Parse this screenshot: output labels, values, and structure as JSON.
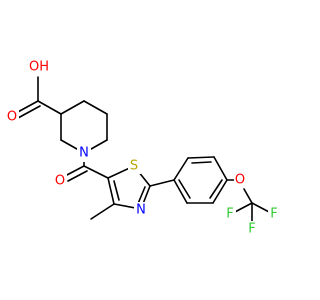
{
  "molecule": {
    "atoms": {
      "oh": "OH",
      "o_carboxyl": "O",
      "n_piperidine": "N",
      "o_amide": "O",
      "s_thiazole": "S",
      "n_thiazole": "N",
      "o_ether": "O",
      "f1": "F",
      "f2": "F",
      "f3": "F"
    }
  },
  "colors": {
    "bond": "#000000",
    "oxygen": "#ff0000",
    "nitrogen": "#0000ff",
    "sulfur": "#b8a800",
    "fluorine": "#33cc33"
  }
}
